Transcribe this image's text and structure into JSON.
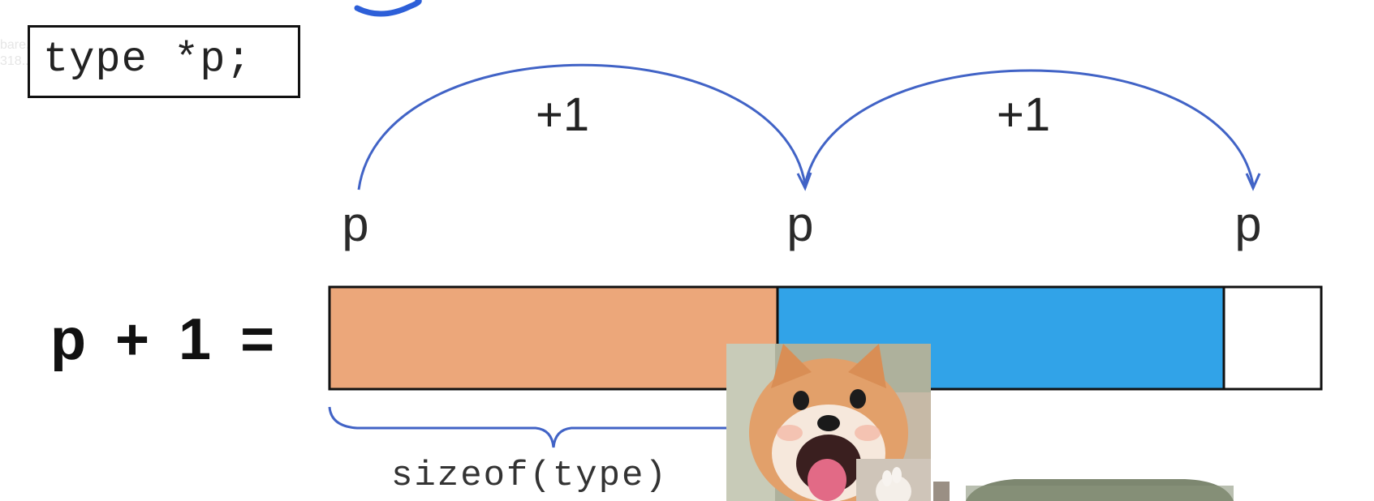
{
  "code": {
    "declaration": "type *p;"
  },
  "faded_watermark": [
    "bare...",
    "318..."
  ],
  "pointer_labels": [
    "p",
    "p",
    "p"
  ],
  "step_labels": [
    "+1",
    "+1"
  ],
  "expression": "p + 1 =",
  "brace_label": "sizeof(type)",
  "colors": {
    "block1": "#eca77a",
    "block2": "#31a3e8",
    "block3": "#ffffff",
    "arc": "#4163c6",
    "outline": "#111111"
  },
  "icons": [
    "shiba-dog-photo-icon",
    "cat-paw-photo-icon"
  ]
}
